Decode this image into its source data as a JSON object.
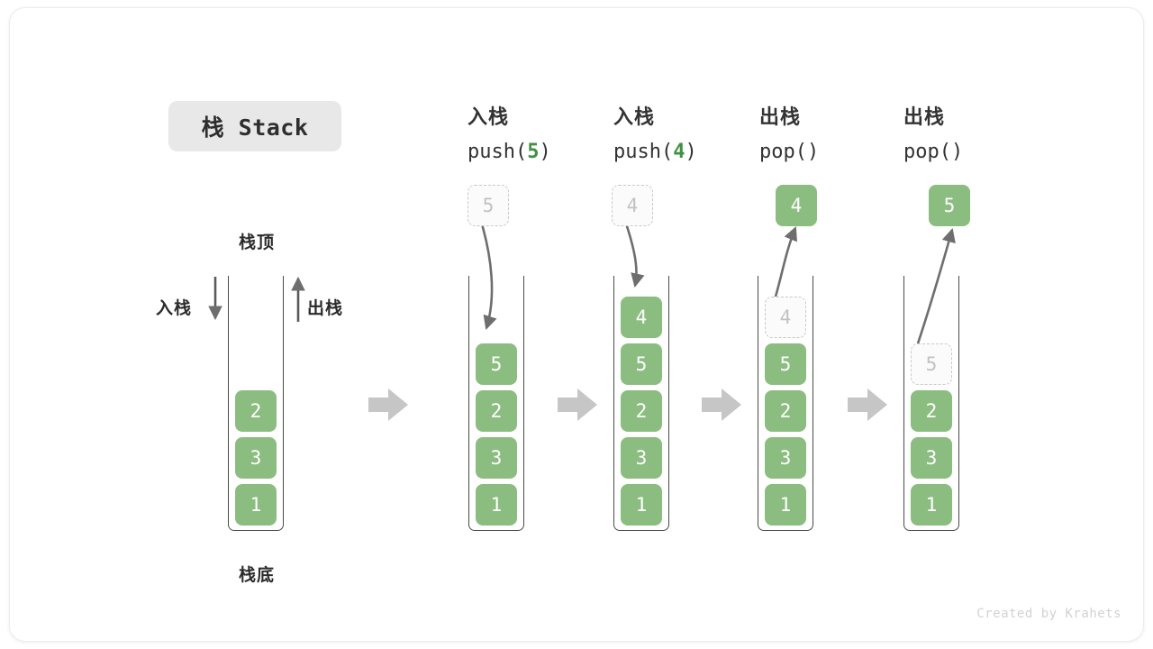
{
  "title": {
    "label": "栈 Stack"
  },
  "initial_stack": {
    "top_label": "栈顶",
    "bottom_label": "栈底",
    "push_label": "入栈",
    "pop_label": "出栈",
    "cells": [
      "2",
      "3",
      "1"
    ]
  },
  "stages": [
    {
      "caption_cn": "入栈",
      "caption_fn_prefix": "push(",
      "caption_fn_arg": "5",
      "caption_fn_suffix": ")",
      "floating_cell": {
        "value": "5",
        "style": "ghost"
      },
      "cells": [
        {
          "value": "5",
          "style": "solid"
        },
        {
          "value": "2",
          "style": "solid"
        },
        {
          "value": "3",
          "style": "solid"
        },
        {
          "value": "1",
          "style": "solid"
        }
      ]
    },
    {
      "caption_cn": "入栈",
      "caption_fn_prefix": "push(",
      "caption_fn_arg": "4",
      "caption_fn_suffix": ")",
      "floating_cell": {
        "value": "4",
        "style": "ghost"
      },
      "cells": [
        {
          "value": "4",
          "style": "solid"
        },
        {
          "value": "5",
          "style": "solid"
        },
        {
          "value": "2",
          "style": "solid"
        },
        {
          "value": "3",
          "style": "solid"
        },
        {
          "value": "1",
          "style": "solid"
        }
      ]
    },
    {
      "caption_cn": "出栈",
      "caption_fn_prefix": "pop(",
      "caption_fn_arg": "",
      "caption_fn_suffix": ")",
      "floating_cell": {
        "value": "4",
        "style": "solid"
      },
      "cells": [
        {
          "value": "4",
          "style": "ghost"
        },
        {
          "value": "5",
          "style": "solid"
        },
        {
          "value": "2",
          "style": "solid"
        },
        {
          "value": "3",
          "style": "solid"
        },
        {
          "value": "1",
          "style": "solid"
        }
      ]
    },
    {
      "caption_cn": "出栈",
      "caption_fn_prefix": "pop(",
      "caption_fn_arg": "",
      "caption_fn_suffix": ")",
      "floating_cell": {
        "value": "5",
        "style": "solid"
      },
      "cells": [
        {
          "value": "5",
          "style": "ghost"
        },
        {
          "value": "2",
          "style": "solid"
        },
        {
          "value": "3",
          "style": "solid"
        },
        {
          "value": "1",
          "style": "solid"
        }
      ]
    }
  ],
  "separator_icon": "right-arrow",
  "footer": {
    "text": "Created by Krahets"
  },
  "colors": {
    "cell_fill": "#8cbd80",
    "accent_green": "#3f9142",
    "ghost_border": "#c9c9c9",
    "ghost_text": "#c2c2c2",
    "tube_stroke": "#4a4a4a",
    "arrow_gray": "#6e6e6e",
    "separator_gray": "#c6c6c6",
    "chip_bg": "#e8e8e8"
  }
}
